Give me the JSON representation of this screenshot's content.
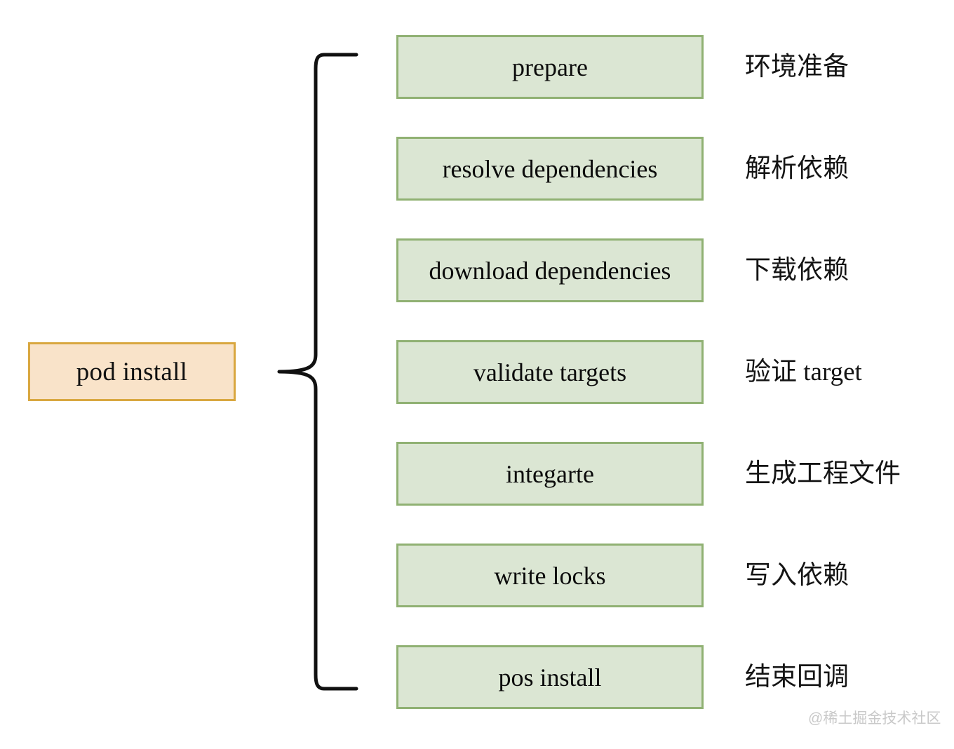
{
  "diagram": {
    "type": "bracket-breakdown",
    "root": {
      "label": "pod install",
      "fill_color": "#f9e3c9",
      "border_color": "#d9a73f"
    },
    "connector": {
      "kind": "curly-brace",
      "stroke_color": "#111111"
    },
    "stage_style": {
      "fill_color": "#dbe6d3",
      "border_color": "#90b173"
    },
    "stages": [
      {
        "label": "prepare",
        "note": "环境准备"
      },
      {
        "label": "resolve dependencies",
        "note": "解析依赖"
      },
      {
        "label": "download dependencies",
        "note": "下载依赖"
      },
      {
        "label": "validate targets",
        "note": "验证 target"
      },
      {
        "label": "integarte",
        "note": "生成工程文件"
      },
      {
        "label": "write locks",
        "note": "写入依赖"
      },
      {
        "label": "pos install",
        "note": "结束回调"
      }
    ],
    "watermark": "@稀土掘金技术社区"
  }
}
